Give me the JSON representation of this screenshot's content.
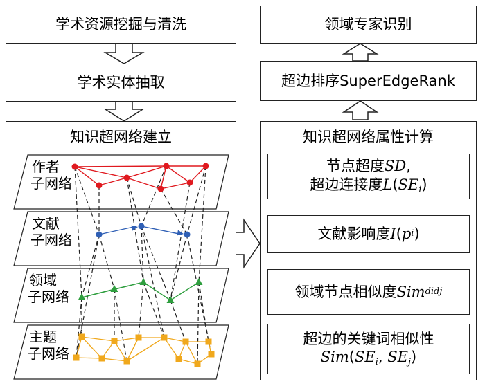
{
  "left": {
    "step1": "学术资源挖掘与清洗",
    "step2": "学术实体抽取",
    "panel_title": "知识超网络建立",
    "networks": {
      "author": [
        "作者",
        "子网络"
      ],
      "document": [
        "文献",
        "子网络"
      ],
      "domain": [
        "领域",
        "子网络"
      ],
      "topic": [
        "主题",
        "子网络"
      ]
    }
  },
  "right": {
    "top": "领域专家识别",
    "rank": "超边排序SuperEdgeRank",
    "panel_title": "知识超网络属性计算",
    "metric1": {
      "line1_prefix": "节点超度",
      "line1_var": "SD",
      "line1_suffix": ",",
      "line2_prefix": "超边连接度",
      "line2_var": "L",
      "line2_arg": "SE",
      "line2_sub": "i"
    },
    "metric2": {
      "prefix": "文献影响度",
      "var": "I",
      "arg": "p",
      "sub": "i"
    },
    "metric3": {
      "prefix": "领域节点相似度",
      "var": "Sim",
      "sub": "didj"
    },
    "metric4": {
      "line1": "超边的关键词相似性",
      "var": "Sim",
      "arg1": "SE",
      "sub1": "i",
      "arg2": "SE",
      "sub2": "j"
    }
  },
  "colors": {
    "author": "#e0191f",
    "document": "#2f5fb5",
    "domain": "#2e9e3e",
    "topic": "#f0a81c",
    "line": "#222222"
  }
}
